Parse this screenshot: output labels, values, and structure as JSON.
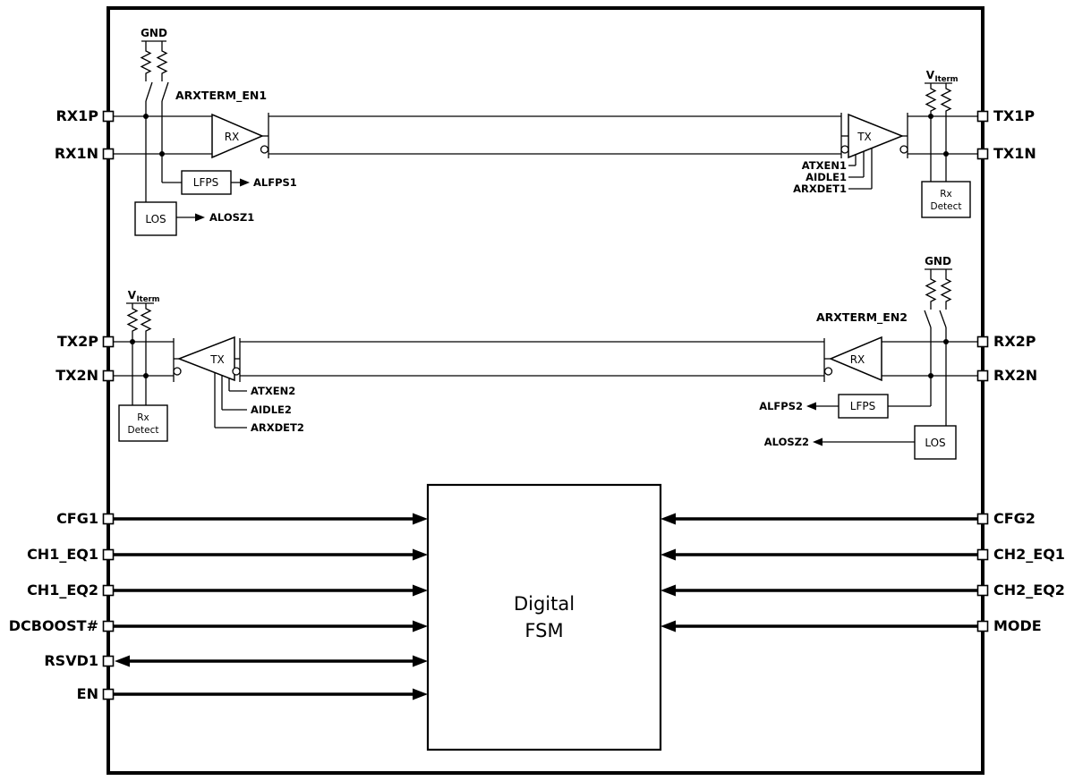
{
  "pins": {
    "left": [
      "RX1P",
      "RX1N",
      "TX2P",
      "TX2N",
      "CFG1",
      "CH1_EQ1",
      "CH1_EQ2",
      "DCBOOST#",
      "RSVD1",
      "EN"
    ],
    "right": [
      "TX1P",
      "TX1N",
      "RX2P",
      "RX2N",
      "CFG2",
      "CH2_EQ1",
      "CH2_EQ2",
      "MODE"
    ]
  },
  "channel1": {
    "gnd": "GND",
    "term_en": "ARXTERM_EN1",
    "rx": "RX",
    "tx": "TX",
    "lfps": "LFPS",
    "alfps": "ALFPS1",
    "los": "LOS",
    "alosz": "ALOSZ1",
    "atxen": "ATXEN1",
    "aidle": "AIDLE1",
    "arxdet": "ARXDET1",
    "viterm_v": "V",
    "viterm_sub": "Iterm",
    "rxdetect1": "Rx",
    "rxdetect2": "Detect"
  },
  "channel2": {
    "gnd": "GND",
    "term_en": "ARXTERM_EN2",
    "rx": "RX",
    "tx": "TX",
    "lfps": "LFPS",
    "alfps": "ALFPS2",
    "los": "LOS",
    "alosz": "ALOSZ2",
    "atxen": "ATXEN2",
    "aidle": "AIDLE2",
    "arxdet": "ARXDET2",
    "viterm_v": "V",
    "viterm_sub": "Iterm",
    "rxdetect1": "Rx",
    "rxdetect2": "Detect"
  },
  "fsm": {
    "line1": "Digital",
    "line2": "FSM"
  },
  "colors": {
    "line_color": "#000000",
    "background": "#ffffff",
    "block_fill": "#ffffff"
  }
}
